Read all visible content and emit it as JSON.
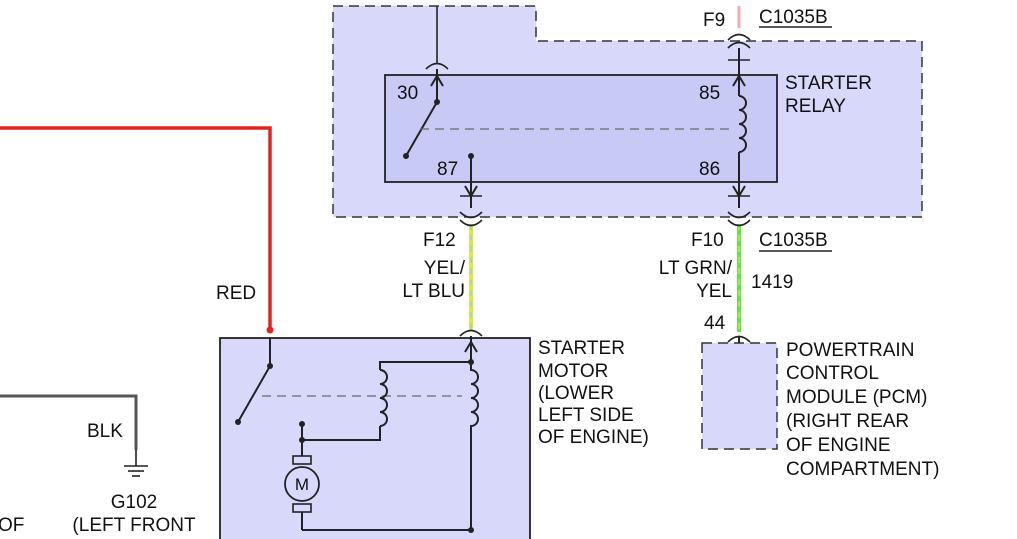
{
  "colors": {
    "housing_fill": "#d8d8fb",
    "relay_fill": "#c9c9f6",
    "red_wire": "#e8201f",
    "blk_wire": "#555555",
    "yel_wire": "#e2e83a",
    "lt_blu_wire": "#7fd3ef",
    "lt_grn_wire": "#62e34a",
    "pink_wire": "#f2a9b4",
    "line": "#222222"
  },
  "connectors": {
    "top_pin": "F9",
    "top_name": "C1035B",
    "relay_out_pin": "F12",
    "relay_coil_pin": "F10",
    "bottom_name": "C1035B",
    "pcm_pin": "44"
  },
  "relay": {
    "name_line1": "STARTER",
    "name_line2": "RELAY",
    "terminal_30": "30",
    "terminal_85": "85",
    "terminal_87": "87",
    "terminal_86": "86"
  },
  "wires": {
    "red_label": "RED",
    "blk_label": "BLK",
    "yel_blu_line1": "YEL/",
    "yel_blu_line2": "LT BLU",
    "grn_yel_line1": "LT GRN/",
    "grn_yel_line2": "YEL",
    "circuit_1419": "1419"
  },
  "starter_motor": {
    "line1": "STARTER",
    "line2": "MOTOR",
    "line3": "(LOWER",
    "line4": "LEFT SIDE",
    "line5": "OF ENGINE)",
    "motor_symbol": "M"
  },
  "pcm": {
    "line1": "POWERTRAIN",
    "line2": "CONTROL",
    "line3": "MODULE (PCM)",
    "line4": "(RIGHT REAR",
    "line5": "OF ENGINE",
    "line6": "COMPARTMENT)"
  },
  "ground": {
    "name": "G102",
    "location": "(LEFT FRONT",
    "cutoff_text": "OF"
  },
  "icons": [
    "ground-icon",
    "motor-icon",
    "relay-coil-icon",
    "connector-icon"
  ]
}
